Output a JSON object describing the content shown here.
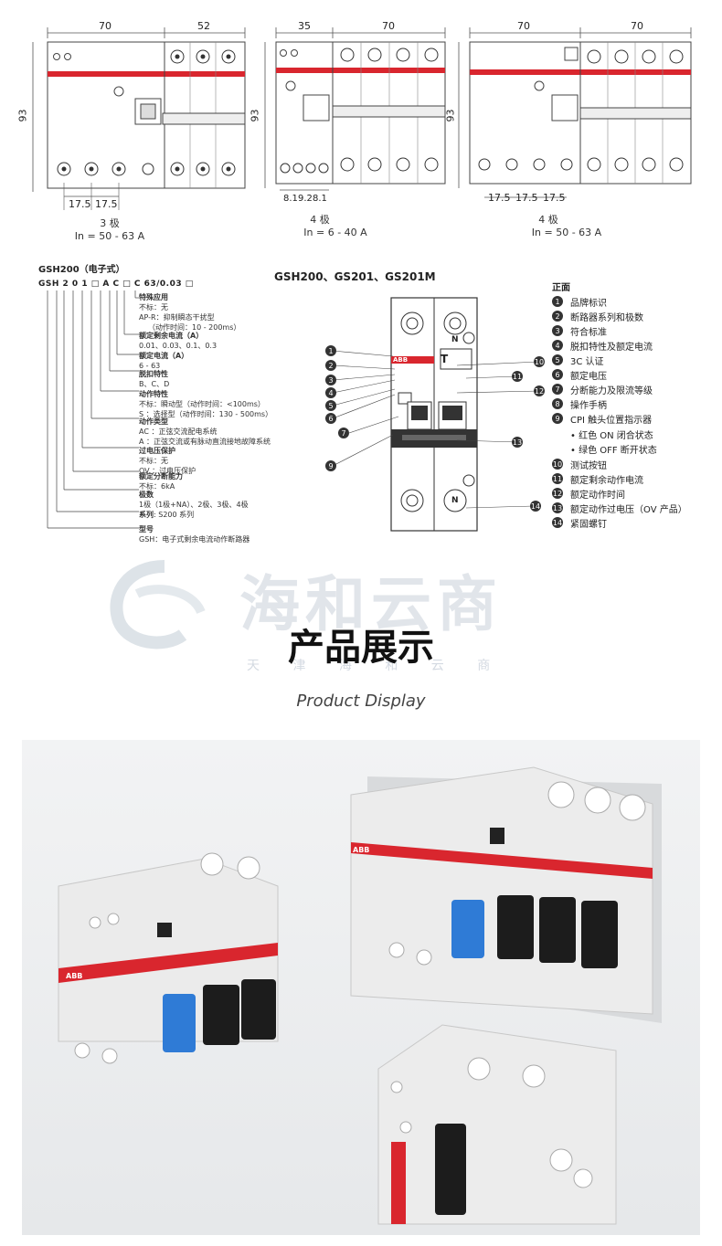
{
  "diagrams": [
    {
      "widths": [
        "70",
        "52"
      ],
      "height": "93",
      "spacings": [
        "17.5",
        "17.5"
      ],
      "poles": "3 极",
      "current": "In = 50 - 63 A"
    },
    {
      "widths": [
        "35",
        "70"
      ],
      "height": "93",
      "spacings": [
        "8.1",
        "9.2",
        "8.1"
      ],
      "poles": "4 极",
      "current": "In = 6 - 40 A"
    },
    {
      "widths": [
        "70",
        "70"
      ],
      "height": "93",
      "spacings": [
        "17.5",
        "17.5",
        "17.5"
      ],
      "poles": "4 极",
      "current": "In = 50 - 63 A"
    }
  ],
  "model_code": {
    "title": "GSH200（电子式）",
    "code": "GSH 2 0 1 □ A C □ C 63/0.03 □",
    "entries": [
      {
        "head": "特殊应用",
        "lines": [
          "不标：无",
          "AP-R：抑制瞬态干扰型",
          "（动作时间：10 - 200ms）"
        ]
      },
      {
        "head": "额定剩余电流（A）",
        "lines": [
          "0.01、0.03、0.1、0.3"
        ]
      },
      {
        "head": "额定电流（A）",
        "lines": [
          "6 - 63"
        ]
      },
      {
        "head": "脱扣特性",
        "lines": [
          "B、C、D"
        ]
      },
      {
        "head": "动作特性",
        "lines": [
          "不标：瞬动型（动作时间：<100ms）",
          "S ：选择型（动作时间：130 - 500ms）"
        ]
      },
      {
        "head": "动作类型",
        "lines": [
          "AC ：正弦交流配电系统",
          "A ：正弦交流或有脉动直流接地故障系统"
        ]
      },
      {
        "head": "过电压保护",
        "lines": [
          "不标：无",
          "OV ：过电压保护"
        ]
      },
      {
        "head": "额定分断能力",
        "lines": [
          "不标：6kA"
        ]
      },
      {
        "head": "极数",
        "lines": [
          "1极（1极+NA）、2极、3极、4极"
        ]
      },
      {
        "head": "系列",
        "lines": [
          ": S200 系列"
        ]
      },
      {
        "head": "型号",
        "lines": [
          "GSH：电子式剩余电流动作断路器"
        ]
      }
    ]
  },
  "front": {
    "title": "GSH200、GS201、GS201M",
    "legend_title": "正面",
    "legend": [
      {
        "n": "1",
        "text": "品牌标识"
      },
      {
        "n": "2",
        "text": "断路器系列和极数"
      },
      {
        "n": "3",
        "text": "符合标准"
      },
      {
        "n": "4",
        "text": "脱扣特性及额定电流"
      },
      {
        "n": "5",
        "text": "3C 认证"
      },
      {
        "n": "6",
        "text": "额定电压"
      },
      {
        "n": "7",
        "text": "分断能力及限流等级"
      },
      {
        "n": "8",
        "text": "操作手柄"
      },
      {
        "n": "9",
        "text": "CPI 触头位置指示器"
      },
      {
        "n": "10",
        "text": "测试按钮"
      },
      {
        "n": "11",
        "text": "额定剩余动作电流"
      },
      {
        "n": "12",
        "text": "额定动作时间"
      },
      {
        "n": "13",
        "text": "额定动作过电压（OV 产品）"
      },
      {
        "n": "14",
        "text": "紧固螺钉"
      }
    ],
    "legend_sub": [
      "• 红色 ON 闭合状态",
      "• 绿色 OFF 断开状态"
    ],
    "device_labels": {
      "brand": "ABB",
      "test": "T",
      "neutral": "N"
    }
  },
  "display": {
    "watermark": "海和云商",
    "watermark_sub": "天 津 海 和 云 商",
    "title": "产品展示",
    "subtitle": "Product Display"
  },
  "photo": {
    "brand": "ABB"
  },
  "colors": {
    "accent_red": "#d9262e",
    "handle_blue": "#2f7bd6",
    "watermark": "#c9d0da"
  }
}
